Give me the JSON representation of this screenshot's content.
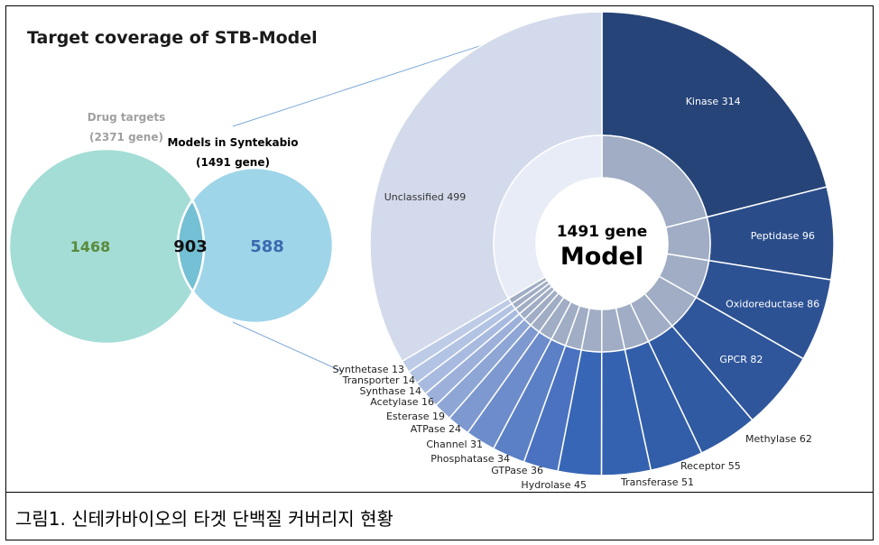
{
  "title": "Target coverage of STB-Model",
  "caption": "그림1. 신테카바이오의 타겟 단백질 커버리지 현황",
  "venn": {
    "left_label": "Drug targets",
    "left_sub": "(2371 gene)",
    "right_label": "Models in Syntekabio",
    "right_sub": "(1491 gene)",
    "left_only": "1468",
    "overlap": "903",
    "right_only": "588",
    "left_color": "#a3ddd6",
    "right_color": "#9fd5e8",
    "overlap_color": "#74c0d4"
  },
  "center": {
    "line1": "1491 gene",
    "line2": "Model"
  },
  "chart_data": {
    "type": "pie",
    "title": "Target coverage of STB-Model",
    "total_label": "1491 gene",
    "slices": [
      {
        "label": "Kinase 314",
        "name": "Kinase",
        "value": 314,
        "color": "#264478"
      },
      {
        "label": "Peptidase 96",
        "name": "Peptidase",
        "value": 96,
        "color": "#2a4d8a"
      },
      {
        "label": "Oxidoreductase 86",
        "name": "Oxidoreductase",
        "value": 86,
        "color": "#2d5294"
      },
      {
        "label": "GPCR 82",
        "name": "GPCR",
        "value": 82,
        "color": "#2f569b"
      },
      {
        "label": "Methylase 62",
        "name": "Methylase",
        "value": 62,
        "color": "#305aa2"
      },
      {
        "label": "Receptor 55",
        "name": "Receptor",
        "value": 55,
        "color": "#325ea9"
      },
      {
        "label": "Transferase 51",
        "name": "Transferase",
        "value": 51,
        "color": "#3562b0"
      },
      {
        "label": "Hydrolase 45",
        "name": "Hydrolase",
        "value": 45,
        "color": "#3866b6"
      },
      {
        "label": "GTPase 36",
        "name": "GTPase",
        "value": 36,
        "color": "#4a72c0"
      },
      {
        "label": "Phosphatase 34",
        "name": "Phosphatase",
        "value": 34,
        "color": "#5b80c6"
      },
      {
        "label": "Channel 31",
        "name": "Channel",
        "value": 31,
        "color": "#6d8ccb"
      },
      {
        "label": "ATPase 24",
        "name": "ATPase",
        "value": 24,
        "color": "#7e99d0"
      },
      {
        "label": "Esterase 19",
        "name": "Esterase",
        "value": 19,
        "color": "#8ea6d5"
      },
      {
        "label": "Acetylase 16",
        "name": "Acetylase",
        "value": 16,
        "color": "#9cb0da"
      },
      {
        "label": "Synthase 14",
        "name": "Synthase",
        "value": 14,
        "color": "#a8badf"
      },
      {
        "label": "Transporter 14",
        "name": "Transporter",
        "value": 14,
        "color": "#b3c3e3"
      },
      {
        "label": "Synthetase 13",
        "name": "Synthetase",
        "value": 13,
        "color": "#bdcbe7"
      },
      {
        "label": "Unclassified 499",
        "name": "Unclassified",
        "value": 499,
        "color": "#d3daeb"
      }
    ],
    "inner_ring_colors": [
      "#a0adc4",
      "#e8ecf6"
    ]
  }
}
